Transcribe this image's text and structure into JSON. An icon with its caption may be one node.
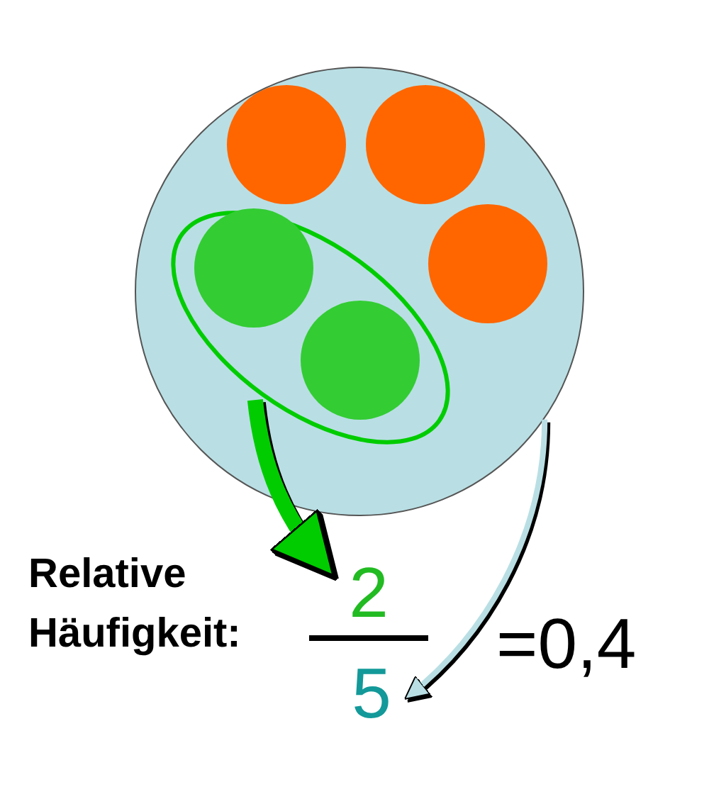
{
  "diagram": {
    "nodes": [
      {
        "text": [],
        "shape": "circle"
      },
      {
        "text": [],
        "shape": "circle",
        "in": 0
      },
      {
        "text": [],
        "shape": "circle",
        "in": 0
      },
      {
        "text": [],
        "shape": "ellipse",
        "in": 0
      },
      {
        "text": [],
        "shape": "circle",
        "in": 3
      },
      {
        "text": [],
        "shape": "circle",
        "in": 0
      },
      {
        "text": [],
        "shape": "circle",
        "in": 3
      },
      {
        "text": [
          "2"
        ]
      },
      {
        "text": [
          "5"
        ]
      }
    ],
    "edges": [
      {
        "from": 3,
        "to": 7,
        "arrow": "to",
        "style": "thick",
        "color": "#00cc00"
      },
      {
        "from": 0,
        "to": 8,
        "arrow": "to",
        "color": "#b9dfe4"
      }
    ],
    "labels": [
      "Relative Häufigkeit:",
      "=0,4"
    ]
  }
}
